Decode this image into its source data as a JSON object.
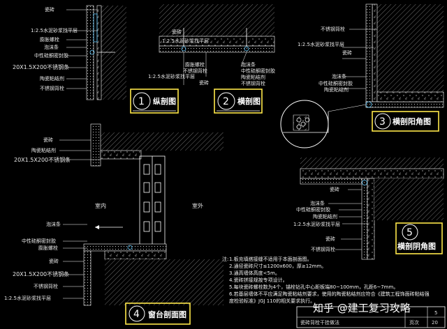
{
  "fig1": {
    "labels": [
      "瓷砖",
      "1:2.5水泥砂浆找平层",
      "膨胀螺栓",
      "泡沫条",
      "中性硅酮密封胶",
      "20X1.5X200不锈钢条",
      "陶瓷粘结剂",
      "不锈钢背栓"
    ],
    "title_num": "1",
    "title": "纵剖图"
  },
  "fig2": {
    "labels_top": [
      "瓷砖",
      "1:2.5水泥砂浆找平层"
    ],
    "labels_bottom": [
      "泡沫条",
      "中性硅酮密封胶",
      "陶瓷粘结剂",
      "不锈钢背栓",
      "1:2.5水泥砂浆找平层",
      "膨胀螺栓",
      "不锈钢背栓",
      "瓷砖"
    ],
    "title_num": "2",
    "title": "横剖图"
  },
  "fig3": {
    "labels": [
      "不锈钢背栓",
      "1:2.5水泥砂浆找平层",
      "瓷砖",
      "泡沫条",
      "中性硅酮密封胶",
      "陶瓷粘结剂"
    ],
    "title_num": "3",
    "title": "横剖阳角图"
  },
  "fig4": {
    "labels_top": [
      "瓷砖",
      "陶瓷粘结剂",
      "20X1.5X200不锈钢条"
    ],
    "labels_bottom": [
      "泡沫条",
      "中性硅酮密封胶",
      "膨胀螺栓",
      "瓷砖",
      "20X1.5X200不锈钢条",
      "不锈钢背栓",
      "1:2.5水泥砂浆找平层"
    ],
    "room_in": "室内",
    "room_out": "室外",
    "title_num": "4",
    "title": "窗台剖面图"
  },
  "fig5": {
    "labels": [
      "瓷砖",
      "泡沫条",
      "中性硅酮密封胶",
      "陶瓷粘结剂",
      "1:2.5水泥砂浆找平层",
      "瓷砖",
      "不锈钢背栓"
    ],
    "title_num": "5",
    "title_line1": "横剖阴角图",
    "title_line2": ""
  },
  "notes": {
    "heading": "注:",
    "lines": [
      "1.板充填搭接缝不适用于本面剖面图。",
      "2.通径瓷砖尺寸≤1200x600，厚≥12mm。",
      "3.通高墙体高度<5m。",
      "4.瓷砖拼接规按专项设计。",
      "5.每块瓷砖螺栓数为4个，锚栓钻孔中心距板端80~100mm，孔距6~7mm。",
      "6.若基层墙体不平应满足陶瓷粘结剂要求，使用的陶瓷粘结剂应符合《建筑工程饰面砖粘结强",
      "  度检验标准》JGJ 110的相关要求执行。"
    ]
  },
  "title_block": {
    "caption": "瓷砖背栓干挂做法",
    "page_label": "页次",
    "page": "20",
    "sheet": "5"
  },
  "watermark": "知乎 @建工复习攻略",
  "colors": {
    "background": "#000000",
    "line": "#ffffff",
    "highlight_box": "#ffe84a",
    "hatch": "#9a9a9a",
    "steel": "#66ccff"
  }
}
